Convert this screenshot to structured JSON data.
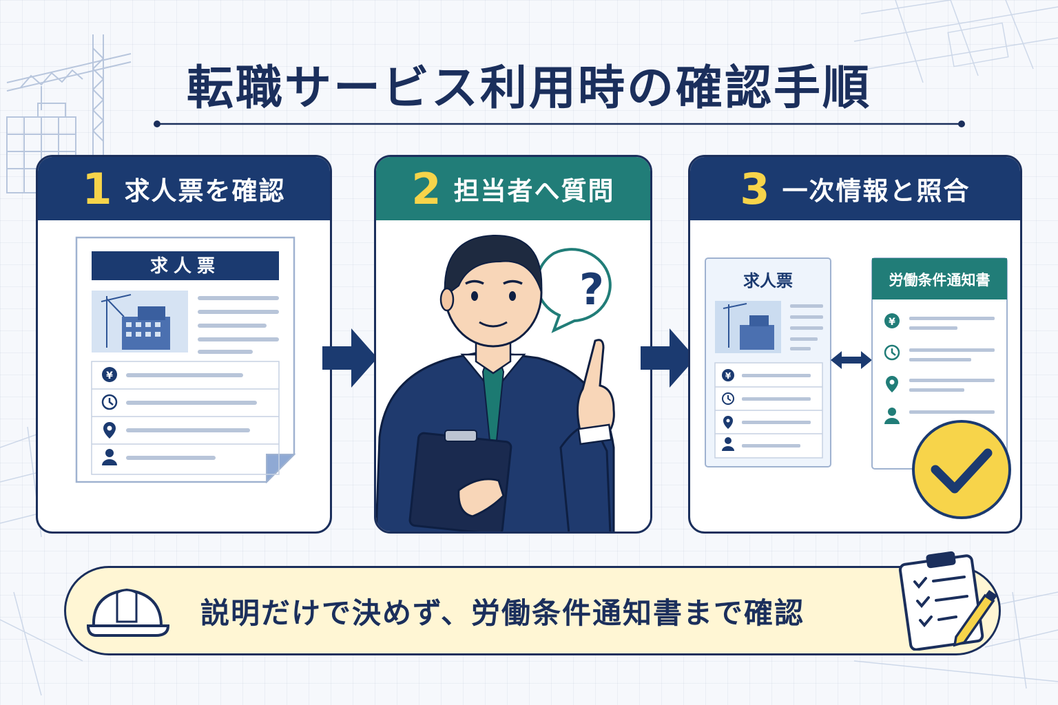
{
  "title": "転職サービス利用時の確認手順",
  "steps": [
    {
      "number": "1",
      "label": "求人票を確認",
      "doc_title": "求人票"
    },
    {
      "number": "2",
      "label": "担当者へ質問",
      "bubble": "?"
    },
    {
      "number": "3",
      "label": "一次情報と照合",
      "doc_left_title": "求人票",
      "doc_right_title": "労働条件通知書"
    }
  ],
  "icons": {
    "yen": "¥"
  },
  "banner": {
    "text": "説明だけで決めず、労働条件通知書まで確認"
  },
  "colors": {
    "navy": "#1b3a70",
    "teal": "#217d78",
    "yellow": "#f7d44a",
    "cream": "#fff6d4"
  }
}
